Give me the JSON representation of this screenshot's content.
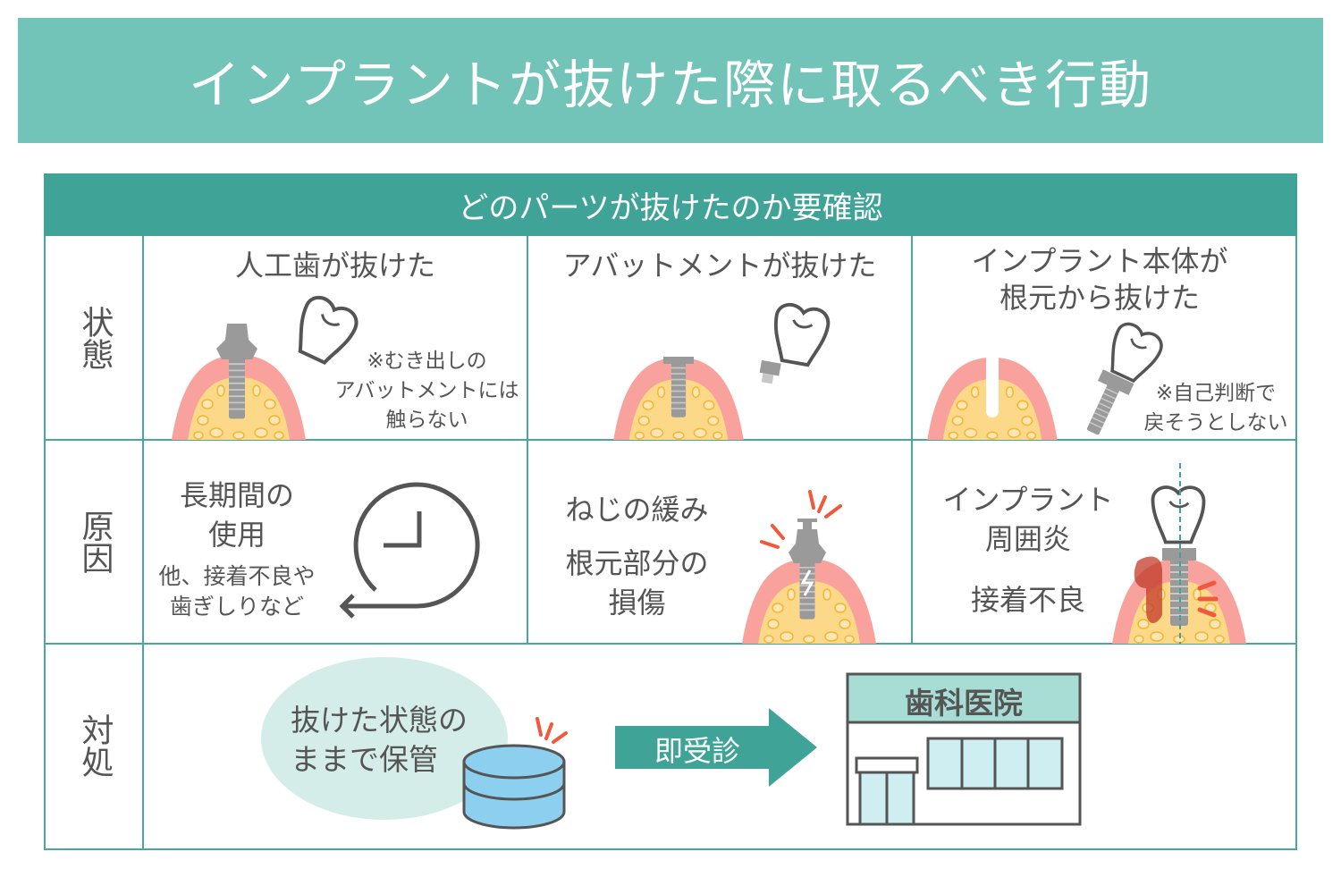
{
  "title": "インプラントが抜けた際に取るべき行動",
  "table_header": "どのパーツが抜けたのか要確認",
  "rows": {
    "state": "状態",
    "cause": "原因",
    "action": "対処"
  },
  "state": {
    "col1": {
      "title": "人工歯が抜けた",
      "note": [
        "※むき出しの",
        "アバットメントには",
        "触らない"
      ]
    },
    "col2": {
      "title": "アバットメントが抜けた"
    },
    "col3": {
      "title": [
        "インプラント本体が",
        "根元から抜けた"
      ],
      "note": [
        "※自己判断で",
        "戻そうとしない"
      ]
    }
  },
  "cause": {
    "col1": {
      "main": [
        "長期間の",
        "使用"
      ],
      "sub": [
        "他、接着不良や",
        "歯ぎしりなど"
      ]
    },
    "col2": {
      "lines": [
        "ねじの緩み",
        "根元部分の",
        "損傷"
      ]
    },
    "col3": {
      "lines": [
        "インプラント",
        "周囲炎",
        "接着不良"
      ]
    }
  },
  "action": {
    "storage": [
      "抜けた状態の",
      "ままで保管"
    ],
    "arrow_label": "即受診",
    "clinic_sign": "歯科医院"
  },
  "colors": {
    "title_bg": "#72c3b8",
    "header_bg": "#3fa497",
    "border": "#4aa89b",
    "gum": "#f9a19c",
    "bone": "#fcd889",
    "alert": "#ef5a3c"
  }
}
